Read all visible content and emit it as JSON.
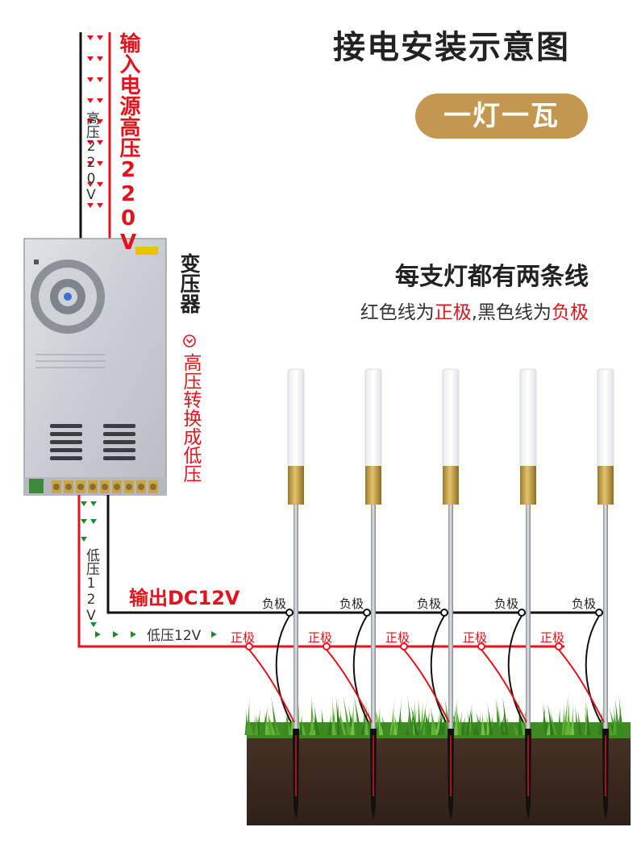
{
  "title": "接电安装示意图",
  "badge": "一灯一瓦",
  "input_label": "输入电源高压220V",
  "input_wire_label": "高压220V",
  "transformer_label": "变压器",
  "transformer_note": "高压转换成低压",
  "output_label": "输出DC12V",
  "output_wire_label": "低压12V",
  "output_horizontal_label": "低压12V",
  "lamp_info": {
    "heading": "每支灯都有两条线",
    "line_parts": [
      "红色线为",
      "正极",
      ",黑色线为",
      "负极"
    ]
  },
  "lamps": [
    {
      "negative": "负极",
      "positive": "正极"
    },
    {
      "negative": "负极",
      "positive": "正极"
    },
    {
      "negative": "负极",
      "positive": "正极"
    },
    {
      "negative": "负极",
      "positive": "正极"
    },
    {
      "negative": "负极",
      "positive": "正极"
    }
  ],
  "colors": {
    "positive_wire": "#e0141c",
    "negative_wire": "#111111",
    "badge": "#c49750",
    "arrow_red": "#e0141c",
    "arrow_green": "#1f8a2c",
    "soil": "#3b2a20",
    "grass": "#4e9a2a"
  },
  "icons": [
    "circle-down-arrow-icon",
    "triangle-arrow-icon",
    "lamp-stake-icon",
    "power-supply-icon",
    "grass-soil-icon"
  ]
}
